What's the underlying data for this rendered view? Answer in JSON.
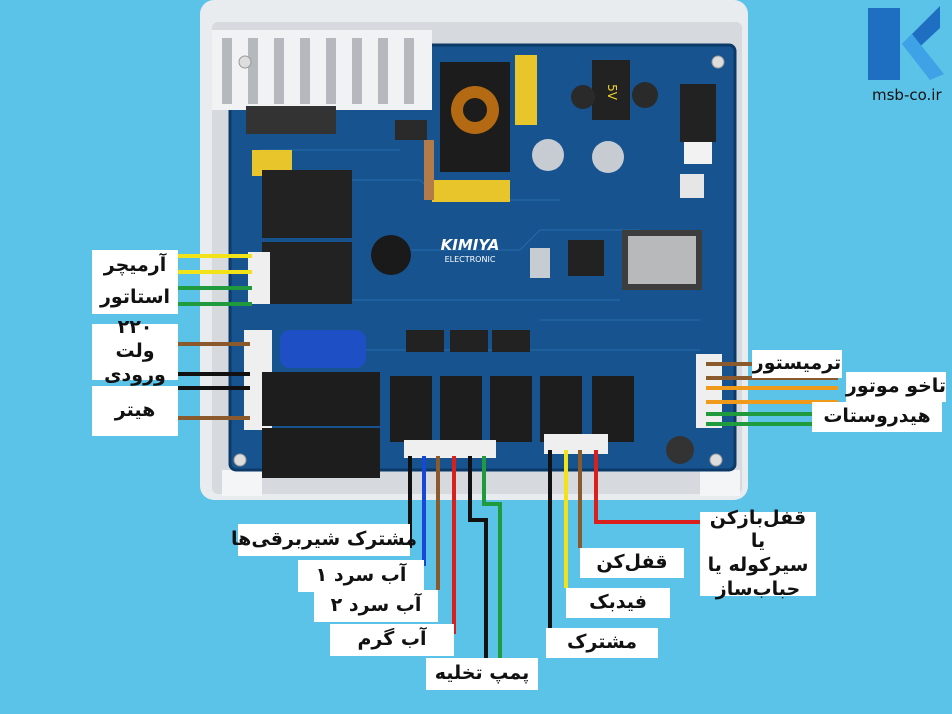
{
  "brand": {
    "site": "msb-co.ir",
    "logo_icon": "k-logo-icon"
  },
  "board": {
    "maker_line1": "KIMIYA",
    "maker_line2": "ELECTRONIC",
    "regulator_label": "5V"
  },
  "labels": {
    "armature": "آرمیچر",
    "stator": "استاتور",
    "input_line1": "۲۲۰ ولت",
    "input_line2": "ورودی",
    "heater": "هیتر",
    "thermistor": "ترمیستور",
    "tacho": "تاخو موتور",
    "hydrostat": "هیدروستات",
    "valve_common": "مشترک شیربرقی‌ها",
    "cold_water_1": "آب سرد ۱",
    "cold_water_2": "آب سرد ۲",
    "hot_water": "آب گرم",
    "drain_pump": "پمپ تخلیه",
    "lock_release_line1": "قفل‌بازکن یا",
    "lock_release_line2": "سیرکوله یا",
    "lock_release_line3": "حباب‌ساز",
    "lock": "قفل‌کن",
    "feedback": "فیدبک",
    "common": "مشترک"
  },
  "colors": {
    "background": "#5bc3e8",
    "wire_yellow": "#f2e21a",
    "wire_green": "#1f9a3c",
    "wire_brown": "#8a5a2c",
    "wire_black": "#111111",
    "wire_blue": "#1747d6",
    "wire_red": "#d9201c",
    "wire_orange": "#f09a1c",
    "board_blue": "#17548f",
    "relay_black": "#222222"
  }
}
